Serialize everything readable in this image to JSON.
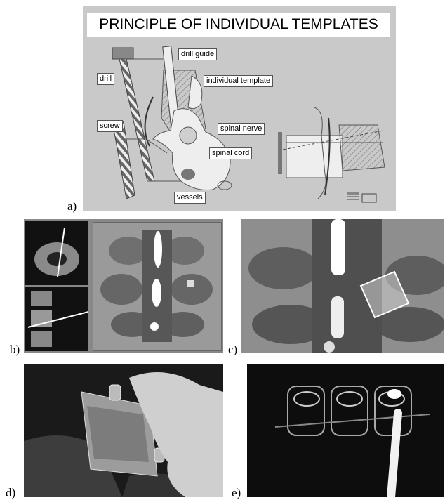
{
  "panel_a": {
    "letter": "a)",
    "title": "PRINCIPLE OF INDIVIDUAL TEMPLATES",
    "labels": {
      "drill_guide": "drill guide",
      "drill": "drill",
      "individual_template": "individual template",
      "screw": "screw",
      "spinal_nerve": "spinal nerve",
      "spinal_cord": "spinal cord",
      "vessels": "vessels"
    },
    "colors": {
      "slide_bg": "#c9c9c9",
      "title_bg": "#ffffff"
    }
  },
  "panel_b": {
    "letter": "b)"
  },
  "panel_c": {
    "letter": "c)"
  },
  "panel_d": {
    "letter": "d)"
  },
  "panel_e": {
    "letter": "e)"
  }
}
